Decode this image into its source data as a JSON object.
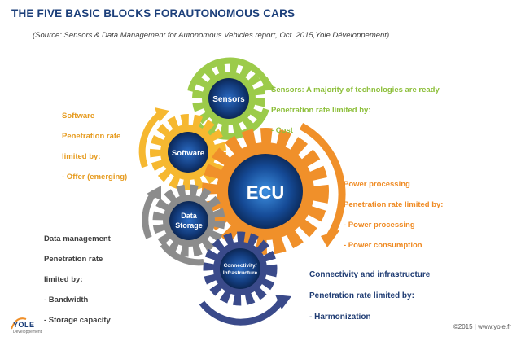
{
  "header": {
    "title": "THE FIVE BASIC BLOCKS FORAUTONOMOUS CARS",
    "source": "(Source: Sensors & Data Management for Autonomous Vehicles report, Oct. 2015,Yole Développement)"
  },
  "gears": {
    "sensors": "Sensors",
    "software": "Software",
    "ecu": "ECU",
    "data_storage_1": "Data",
    "data_storage_2": "Storage",
    "connectivity_1": "Connectivity/",
    "connectivity_2": "Infrastructure"
  },
  "annotations": {
    "sensors": {
      "line1": "Sensors: A majority of technologies are ready",
      "line2": "Penetration rate limited by:",
      "line3": "- Cost"
    },
    "software": {
      "line1": "Software",
      "line2": "Penetration rate",
      "line3": "limited by:",
      "line4": "- Offer (emerging)"
    },
    "power": {
      "line1": "Power processing",
      "line2": "Penetration rate limited by:",
      "line3": "- Power processing",
      "line4": "- Power consumption"
    },
    "data": {
      "line1": "Data management",
      "line2": "Penetration rate",
      "line3": "limited by:",
      "line4": "- Bandwidth",
      "line5": "- Storage capacity"
    },
    "connectivity": {
      "line1": "Connectivity and infrastructure",
      "line2": "Penetration rate limited by:",
      "line3": "- Harmonization"
    }
  },
  "footer": {
    "logo": "YOLE",
    "logo_sub": "Développement",
    "copyright": "©2015 | www.yole.fr"
  },
  "colors": {
    "title": "#1c3f7a",
    "sensors_gear": "#9ccb4a",
    "software_gear": "#f6b830",
    "ecu_gear": "#f0902a",
    "data_gear": "#8c8c8c",
    "connectivity_gear": "#3a4a8a"
  }
}
